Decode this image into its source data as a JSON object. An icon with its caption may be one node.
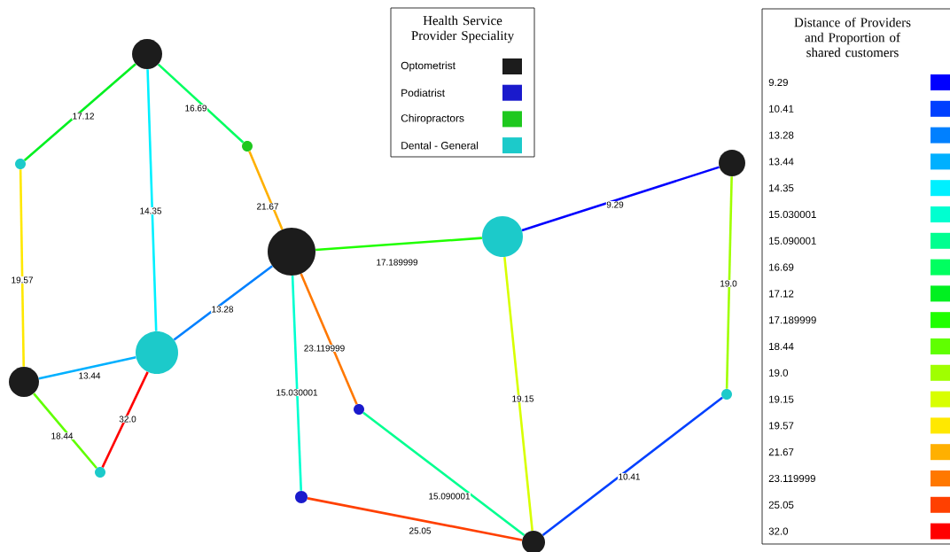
{
  "diagram": {
    "nodes": [
      {
        "text": [],
        "shape": "circle"
      },
      {
        "text": [],
        "shape": "circle"
      },
      {
        "text": [],
        "shape": "circle"
      },
      {
        "text": [],
        "shape": "circle"
      },
      {
        "text": [],
        "shape": "circle"
      },
      {
        "text": [],
        "shape": "circle"
      },
      {
        "text": [],
        "shape": "circle"
      },
      {
        "text": [],
        "shape": "circle"
      },
      {
        "text": [],
        "shape": "circle"
      },
      {
        "text": [],
        "shape": "circle"
      },
      {
        "text": [],
        "shape": "circle"
      },
      {
        "text": [],
        "shape": "circle"
      },
      {
        "text": [],
        "shape": "circle"
      }
    ],
    "edges": [
      {
        "from": 0,
        "to": 3,
        "arrow": "none",
        "label": "17.12",
        "color": "#00f020"
      },
      {
        "from": 0,
        "to": 1,
        "arrow": "none",
        "label": "16.69",
        "color": "#00ff60"
      },
      {
        "from": 0,
        "to": 6,
        "arrow": "none",
        "label": "14.35",
        "color": "#00f0ff"
      },
      {
        "from": 1,
        "to": 5,
        "arrow": "none",
        "label": "21.67",
        "color": "#ffb000"
      },
      {
        "from": 3,
        "to": 7,
        "arrow": "none",
        "label": "19.57",
        "color": "#ffe800"
      },
      {
        "from": 5,
        "to": 4,
        "arrow": "none",
        "label": "17.189999",
        "color": "#20ff00"
      },
      {
        "from": 4,
        "to": 2,
        "arrow": "none",
        "label": "9.29",
        "color": "#0000ff"
      },
      {
        "from": 5,
        "to": 6,
        "arrow": "none",
        "label": "13.28",
        "color": "#0080ff"
      },
      {
        "from": 7,
        "to": 6,
        "arrow": "none",
        "label": "13.44",
        "color": "#00b0ff"
      },
      {
        "from": 5,
        "to": 11,
        "arrow": "none",
        "label": "15.030001",
        "color": "#00ffd0"
      },
      {
        "from": 5,
        "to": 9,
        "arrow": "none",
        "label": "23.119999",
        "color": "#ff7800"
      },
      {
        "from": 6,
        "to": 10,
        "arrow": "none",
        "label": "32.0",
        "color": "#ff0000"
      },
      {
        "from": 7,
        "to": 10,
        "arrow": "none",
        "label": "18.44",
        "color": "#60ff00"
      },
      {
        "from": 9,
        "to": 12,
        "arrow": "none",
        "label": "15.090001",
        "color": "#00ff90"
      },
      {
        "from": 11,
        "to": 12,
        "arrow": "none",
        "label": "25.05",
        "color": "#ff4000"
      },
      {
        "from": 4,
        "to": 12,
        "arrow": "none",
        "label": "19.15",
        "color": "#d8ff00"
      },
      {
        "from": 2,
        "to": 8,
        "arrow": "none",
        "label": "19.0",
        "color": "#a0ff00"
      },
      {
        "from": 8,
        "to": 12,
        "arrow": "none",
        "label": "10.41",
        "color": "#0040ff"
      }
    ],
    "labels": [
      "Health Service Provider Speciality",
      "Distance of Providers and Proportion of shared customers"
    ],
    "legend": [
      {
        "text": "Optometrist",
        "color": "#1c1c1c"
      },
      {
        "text": "Podiatrist",
        "color": "#1a1acc"
      },
      {
        "text": "Chiropractors",
        "color": "#1ec81e"
      },
      {
        "text": "Dental - General",
        "color": "#1ccaca"
      },
      {
        "text": "9.29",
        "color": "#0000ff"
      },
      {
        "text": "10.41",
        "color": "#0040ff"
      },
      {
        "text": "13.28",
        "color": "#0080ff"
      },
      {
        "text": "13.44",
        "color": "#00b0ff"
      },
      {
        "text": "14.35",
        "color": "#00f0ff"
      },
      {
        "text": "15.030001",
        "color": "#00ffd0"
      },
      {
        "text": "15.090001",
        "color": "#00ff90"
      },
      {
        "text": "16.69",
        "color": "#00ff60"
      },
      {
        "text": "17.12",
        "color": "#00f020"
      },
      {
        "text": "17.189999",
        "color": "#20ff00"
      },
      {
        "text": "18.44",
        "color": "#60ff00"
      },
      {
        "text": "19.0",
        "color": "#a0ff00"
      },
      {
        "text": "19.15",
        "color": "#d8ff00"
      },
      {
        "text": "19.57",
        "color": "#ffe800"
      },
      {
        "text": "21.67",
        "color": "#ffb000"
      },
      {
        "text": "23.119999",
        "color": "#ff7800"
      },
      {
        "text": "25.05",
        "color": "#ff4000"
      },
      {
        "text": "32.0",
        "color": "#ff0000"
      }
    ]
  }
}
